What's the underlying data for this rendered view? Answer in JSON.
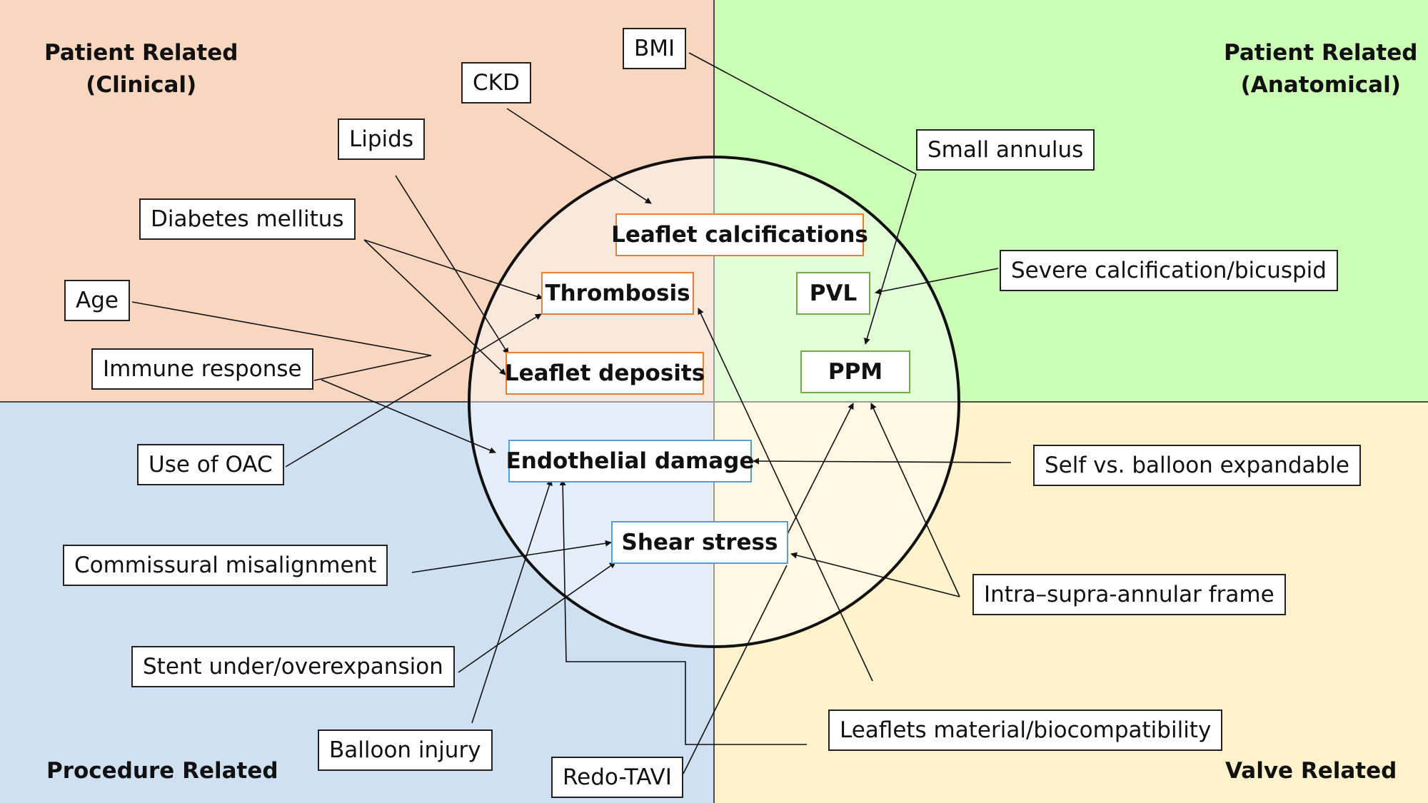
{
  "colors": {
    "patient_clinical_bg": "#f8d6bf",
    "patient_anatomical_bg": "#ccffb6",
    "procedure_bg": "#cfe0f2",
    "valve_bg": "#fff2cc",
    "orange_border": "#ed7d31",
    "green_border": "#70ad47",
    "blue_border": "#5b9bd5",
    "line": "#111111"
  },
  "quadrants": {
    "patient_clinical": [
      "Patient Related",
      "(Clinical)"
    ],
    "patient_anatomical": [
      "Patient Related",
      "(Anatomical)"
    ],
    "procedure": "Procedure Related",
    "valve": "Valve Related"
  },
  "outcomes": {
    "leaflet_calcifications": "Leaflet calcifications",
    "thrombosis": "Thrombosis",
    "leaflet_deposits": "Leaflet deposits",
    "pvl": "PVL",
    "ppm": "PPM",
    "endothelial_damage": "Endothelial damage",
    "shear_stress": "Shear stress"
  },
  "factors": {
    "bmi": "BMI",
    "ckd": "CKD",
    "lipids": "Lipids",
    "diabetes": "Diabetes mellitus",
    "age": "Age",
    "immune_response": "Immune response",
    "small_annulus": "Small annulus",
    "severe_calcification": "Severe calcification/bicuspid",
    "use_of_oac": "Use of OAC",
    "commissural_misalignment": "Commissural misalignment",
    "stent_expansion": "Stent under/overexpansion",
    "balloon_injury": "Balloon injury",
    "redo_tavi": "Redo-TAVI",
    "self_vs_balloon": "Self vs. balloon expandable",
    "intra_supra_annular": "Intra–supra-annular frame",
    "leaflets_material": "Leaflets material/biocompatibility"
  }
}
